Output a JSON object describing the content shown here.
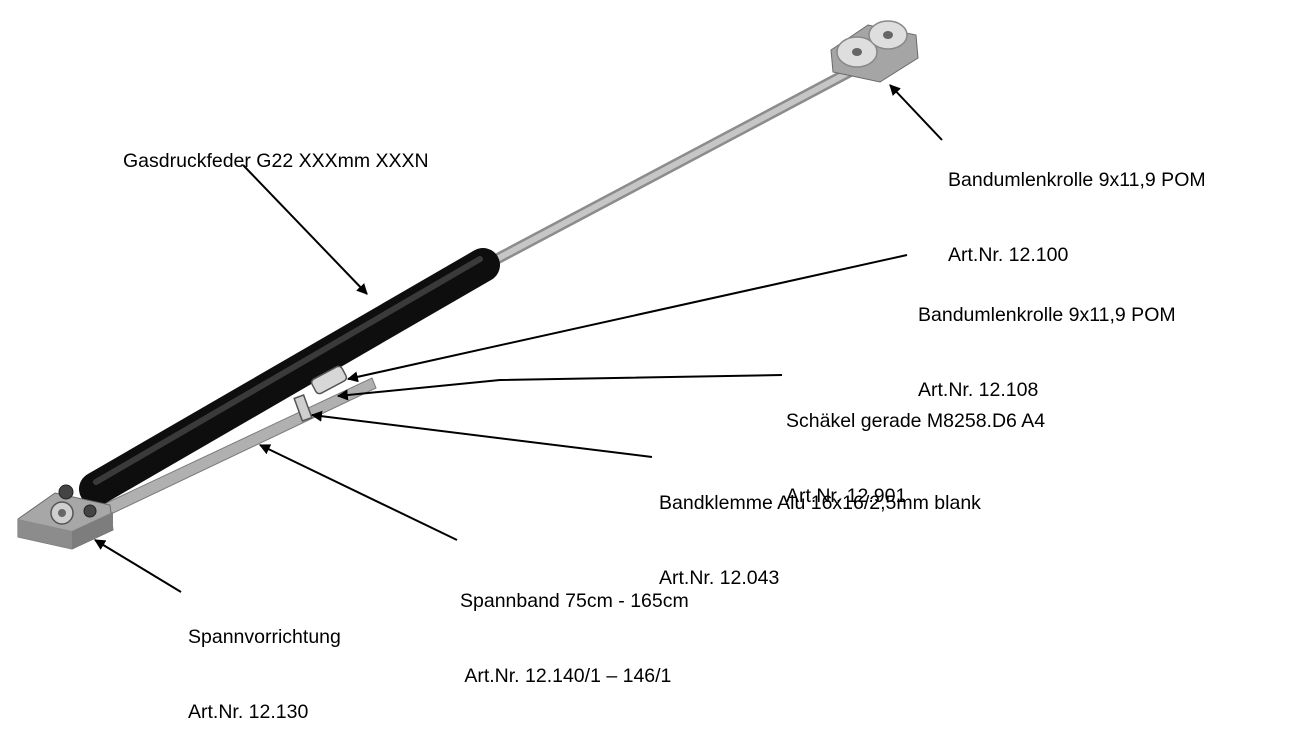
{
  "labels": {
    "gasdruckfeder": {
      "name": "Gasdruckfeder G22 XXXmm XXXN"
    },
    "umlenkrolle_top": {
      "name": "Bandumlenkrolle 9x11,9 POM",
      "art": "Art.Nr. 12.100"
    },
    "umlenkrolle_mid": {
      "name": "Bandumlenkrolle 9x11,9 POM",
      "art": "Art.Nr. 12.108"
    },
    "schaekel": {
      "name": "Schäkel gerade M8258.D6 A4",
      "art": "Art.Nr. 12.901"
    },
    "bandklemme": {
      "name": "Bandklemme Alu 16x16/2,5mm blank",
      "art": "Art.Nr. 12.043"
    },
    "spannband": {
      "name": "Spannband 75cm - 165cm",
      "art": " Art.Nr. 12.140/1 – 146/1"
    },
    "spannvorrichtung": {
      "name": "Spannvorrichtung",
      "art": "Art.Nr. 12.130"
    }
  },
  "colors": {
    "cylinder": "#1e1e1e",
    "rod": "#b9b9b9",
    "bracket": "#9c9c9c",
    "strap": "#a0a0a0",
    "arrow": "#000000"
  }
}
